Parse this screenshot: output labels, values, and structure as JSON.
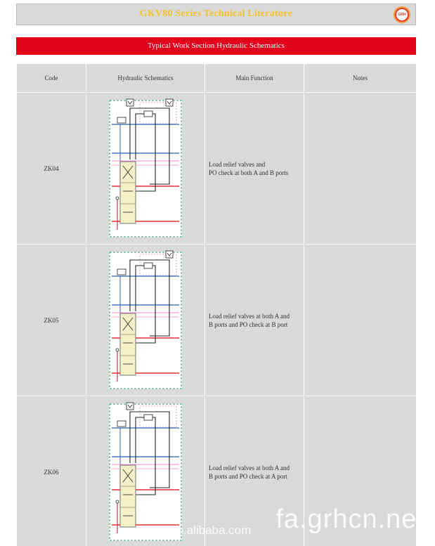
{
  "header": {
    "title": "GKV80 Series Technical Literature",
    "logo_text": "GRH"
  },
  "banner": {
    "text": "Typical Work Section Hydraulic Schematics"
  },
  "table": {
    "columns": [
      "Code",
      "Hydraulic Schematics",
      "Main Function",
      "Notes"
    ],
    "rows": [
      {
        "code": "ZK04",
        "function_line1": "Load relief valves and",
        "function_line2": "PO check at  both A and B ports",
        "notes": "",
        "po_checks": [
          "A",
          "B"
        ]
      },
      {
        "code": "ZK05",
        "function_line1": "Load relief valves at both A and",
        "function_line2": "B ports and PO check at B port",
        "notes": "",
        "po_checks": [
          "B"
        ]
      },
      {
        "code": "ZK06",
        "function_line1": "Load relief valves at both A and",
        "function_line2": "B ports and PO check at  A port",
        "notes": "",
        "po_checks": [
          "A"
        ]
      }
    ]
  },
  "watermark": {
    "main": "fa.grhcn.net",
    "small": "guorui.en.alibaba.com"
  },
  "colors": {
    "header_bg": "#d9d9d9",
    "header_text": "#f1c232",
    "banner_bg": "#e3001b",
    "cell_bg": "#d9d9d9",
    "line_blue": "#2b5fb4",
    "line_red": "#e3001b",
    "line_pink": "#e48fd3",
    "line_green": "#2e8b57",
    "valve_fill": "#f4f0c8"
  }
}
